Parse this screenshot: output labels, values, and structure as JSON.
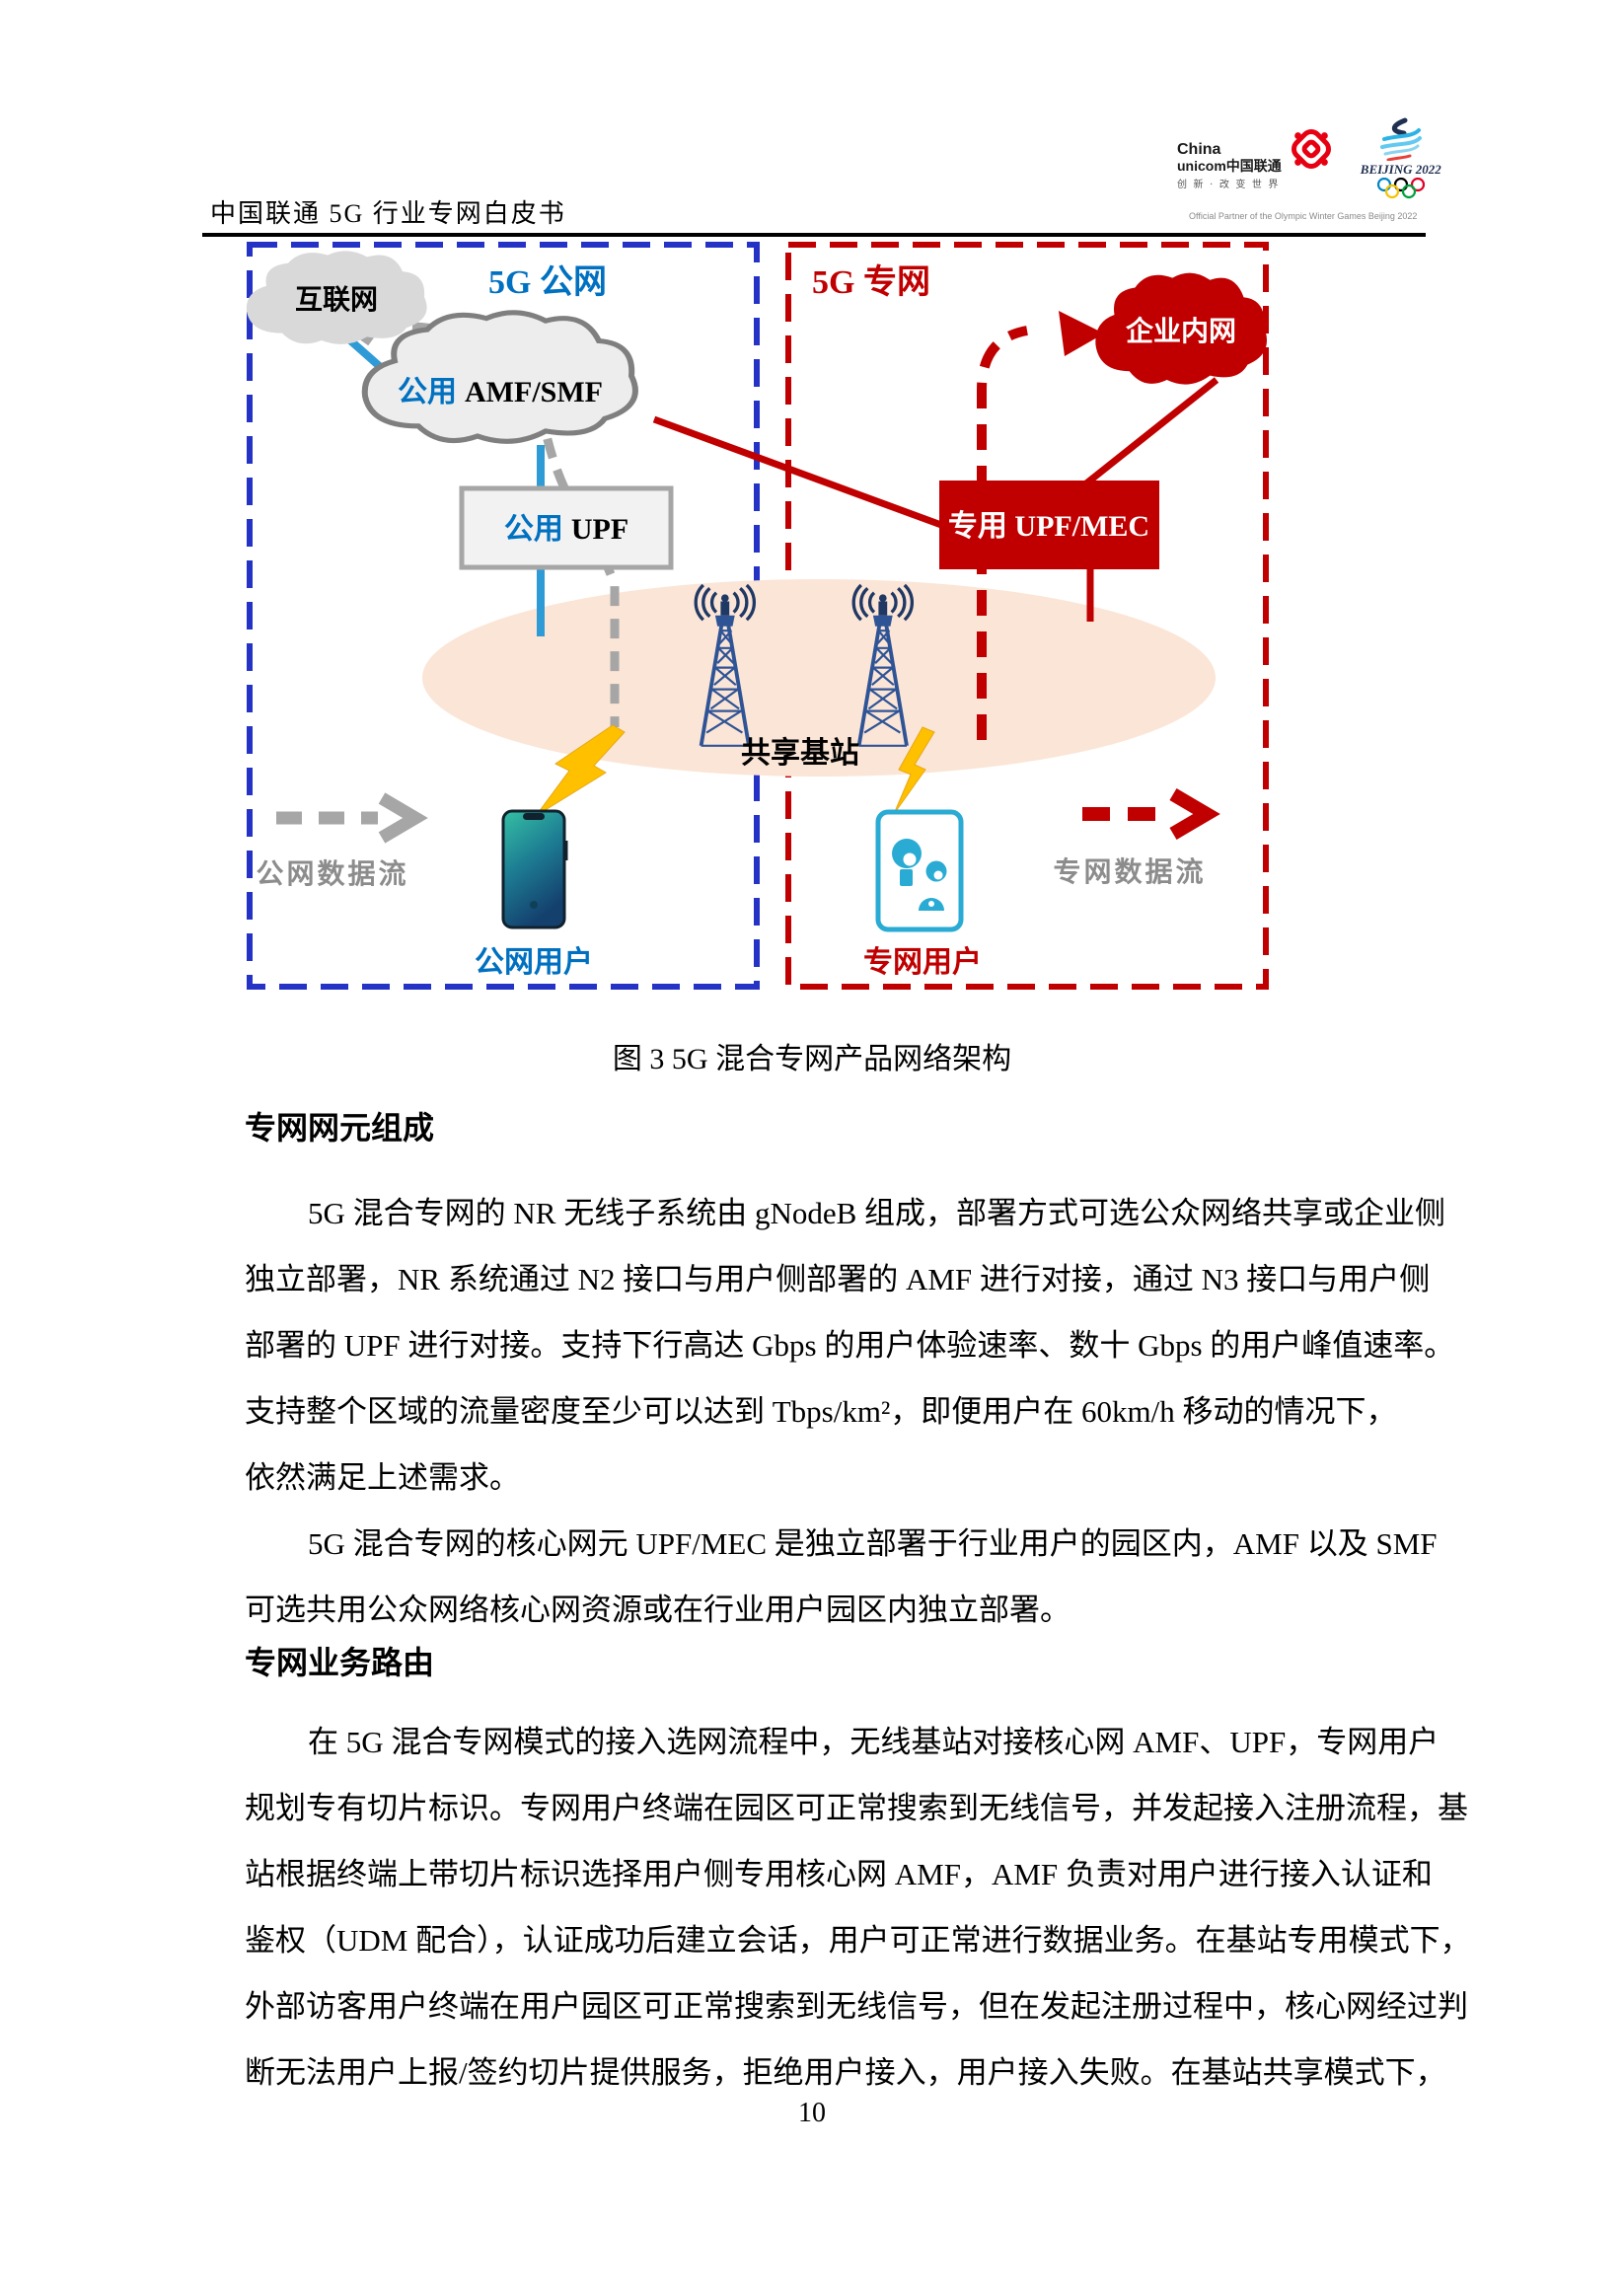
{
  "header": {
    "doc_title": "中国联通 5G 行业专网白皮书",
    "unicom_logo": {
      "line1": "China",
      "line2": "unicom中国联通",
      "slogan": "创 新 · 改 变 世 界"
    },
    "beijing_logo": {
      "name": "BEIJING 2022",
      "partner_line": "Official Partner of the Olympic Winter Games Beijing 2022"
    }
  },
  "diagram": {
    "public_zone_label": "5G 公网",
    "private_zone_label": "5G 专网",
    "internet_cloud": "互联网",
    "public_core_prefix": "公用",
    "public_core_main": "AMF/SMF",
    "public_upf_prefix": "公用",
    "public_upf_main": "UPF",
    "dedicated_upf_label": "专用 UPF/MEC",
    "enterprise_cloud": "企业内网",
    "shared_station_label": "共享基站",
    "public_user_label": "公网用户",
    "private_user_label": "专网用户",
    "public_flow_label": "公网数据流",
    "private_flow_label": "专网数据流"
  },
  "figure_caption": "图 3 5G 混合专网产品网络架构",
  "sections": [
    {
      "heading": "专网网元组成",
      "paragraphs": [
        {
          "lines": [
            {
              "text": "5G 混合专网的 NR 无线子系统由 gNodeB 组成，部署方式可选公众网络共享或企业侧",
              "fill": true
            },
            {
              "text": "独立部署，NR 系统通过 N2 接口与用户侧部署的 AMF 进行对接，通过 N3 接口与用户侧",
              "fill": true
            },
            {
              "text": "部署的 UPF 进行对接。支持下行高达 Gbps 的用户体验速率、数十 Gbps 的用户峰值速率。",
              "fill": true
            },
            {
              "text": "支持整个区域的流量密度至少可以达到 Tbps/km²，即便用户在 60km/h 移动的情况下，",
              "fill": true
            },
            {
              "text": "依然满足上述需求。",
              "fill": false
            }
          ]
        },
        {
          "lines": [
            {
              "text": "5G 混合专网的核心网元 UPF/MEC 是独立部署于行业用户的园区内，AMF 以及 SMF",
              "fill": true
            },
            {
              "text": "可选共用公众网络核心网资源或在行业用户园区内独立部署。",
              "fill": false
            }
          ]
        }
      ]
    },
    {
      "heading": "专网业务路由",
      "paragraphs": [
        {
          "lines": [
            {
              "text": "在 5G 混合专网模式的接入选网流程中，无线基站对接核心网 AMF、UPF，专网用户",
              "fill": true
            },
            {
              "text": "规划专有切片标识。专网用户终端在园区可正常搜索到无线信号，并发起接入注册流程，基",
              "fill": true
            },
            {
              "text": "站根据终端上带切片标识选择用户侧专用核心网 AMF，AMF 负责对用户进行接入认证和",
              "fill": true
            },
            {
              "text": "鉴权（UDM 配合），认证成功后建立会话，用户可正常进行数据业务。在基站专用模式下，",
              "fill": true
            },
            {
              "text": "外部访客用户终端在用户园区可正常搜索到无线信号，但在发起注册过程中，核心网经过判",
              "fill": true
            },
            {
              "text": "断无法用户上报/签约切片提供服务，拒绝用户接入，用户接入失败。在基站共享模式下，",
              "fill": true
            }
          ]
        }
      ]
    }
  ],
  "page_number": "10",
  "colors": {
    "unicom_red": "#E60012",
    "accent_blue": "#0070C0",
    "border_blue": "#2433C6",
    "accent_red": "#C00000",
    "gray": "#A6A6A6",
    "label_gray": "#8C8C8C",
    "ellipse_fill": "#FBE5D6",
    "cloud_gray": "#D9D9D9",
    "cloud_core_fill": "#EDEDED",
    "cloud_core_border": "#7F7F7F",
    "cyan": "#29ABD4",
    "lightning": "#FFC000",
    "link_blue": "#2F9BD6",
    "navy": "#1F3864",
    "tower": "#2F5496"
  }
}
